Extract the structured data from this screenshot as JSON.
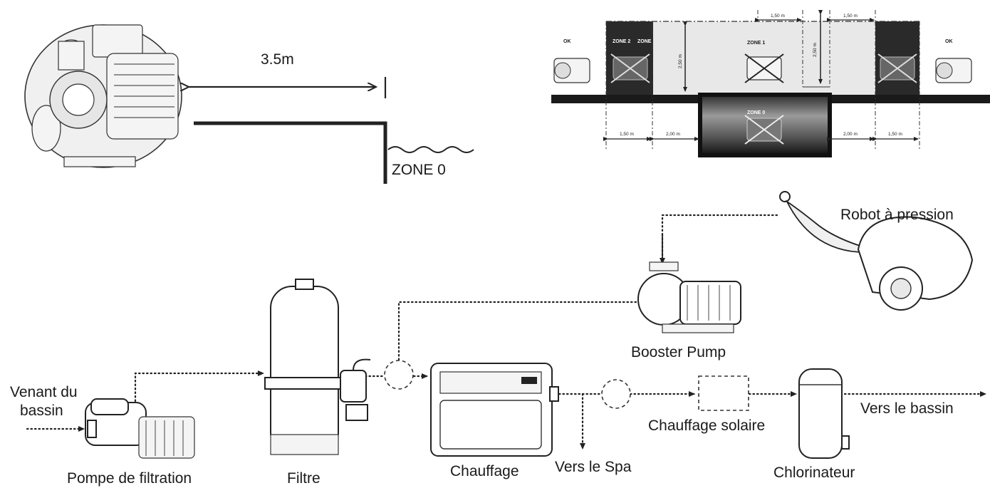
{
  "top_left": {
    "distance_label": "3.5m",
    "zone_label": "ZONE 0"
  },
  "top_right": {
    "ok_left": "OK",
    "ok_right": "OK",
    "zone2_label": "ZONE 2",
    "zone_label": "ZONE",
    "zone1_label": "ZONE 1",
    "zone0_label": "ZONE 0",
    "dim_150_left": "1,50 m",
    "dim_200_left": "2,00 m",
    "dim_200_right": "2,00 m",
    "dim_150_right": "1,50 m",
    "dim_150_top_left": "1,50 m",
    "dim_150_top_right": "1,50 m",
    "dim_250_vertical": "2,50 m",
    "dim_250_vertical_right": "2,50 m"
  },
  "circuit": {
    "venant_line1": "Venant du",
    "venant_line2": "bassin",
    "pompe": "Pompe de filtration",
    "filtre": "Filtre",
    "chauffage": "Chauffage",
    "vers_spa": "Vers le Spa",
    "chauffage_solaire": "Chauffage solaire",
    "chlorinateur": "Chlorinateur",
    "vers_bassin": "Vers le bassin",
    "booster": "Booster Pump",
    "robot": "Robot à pression"
  }
}
